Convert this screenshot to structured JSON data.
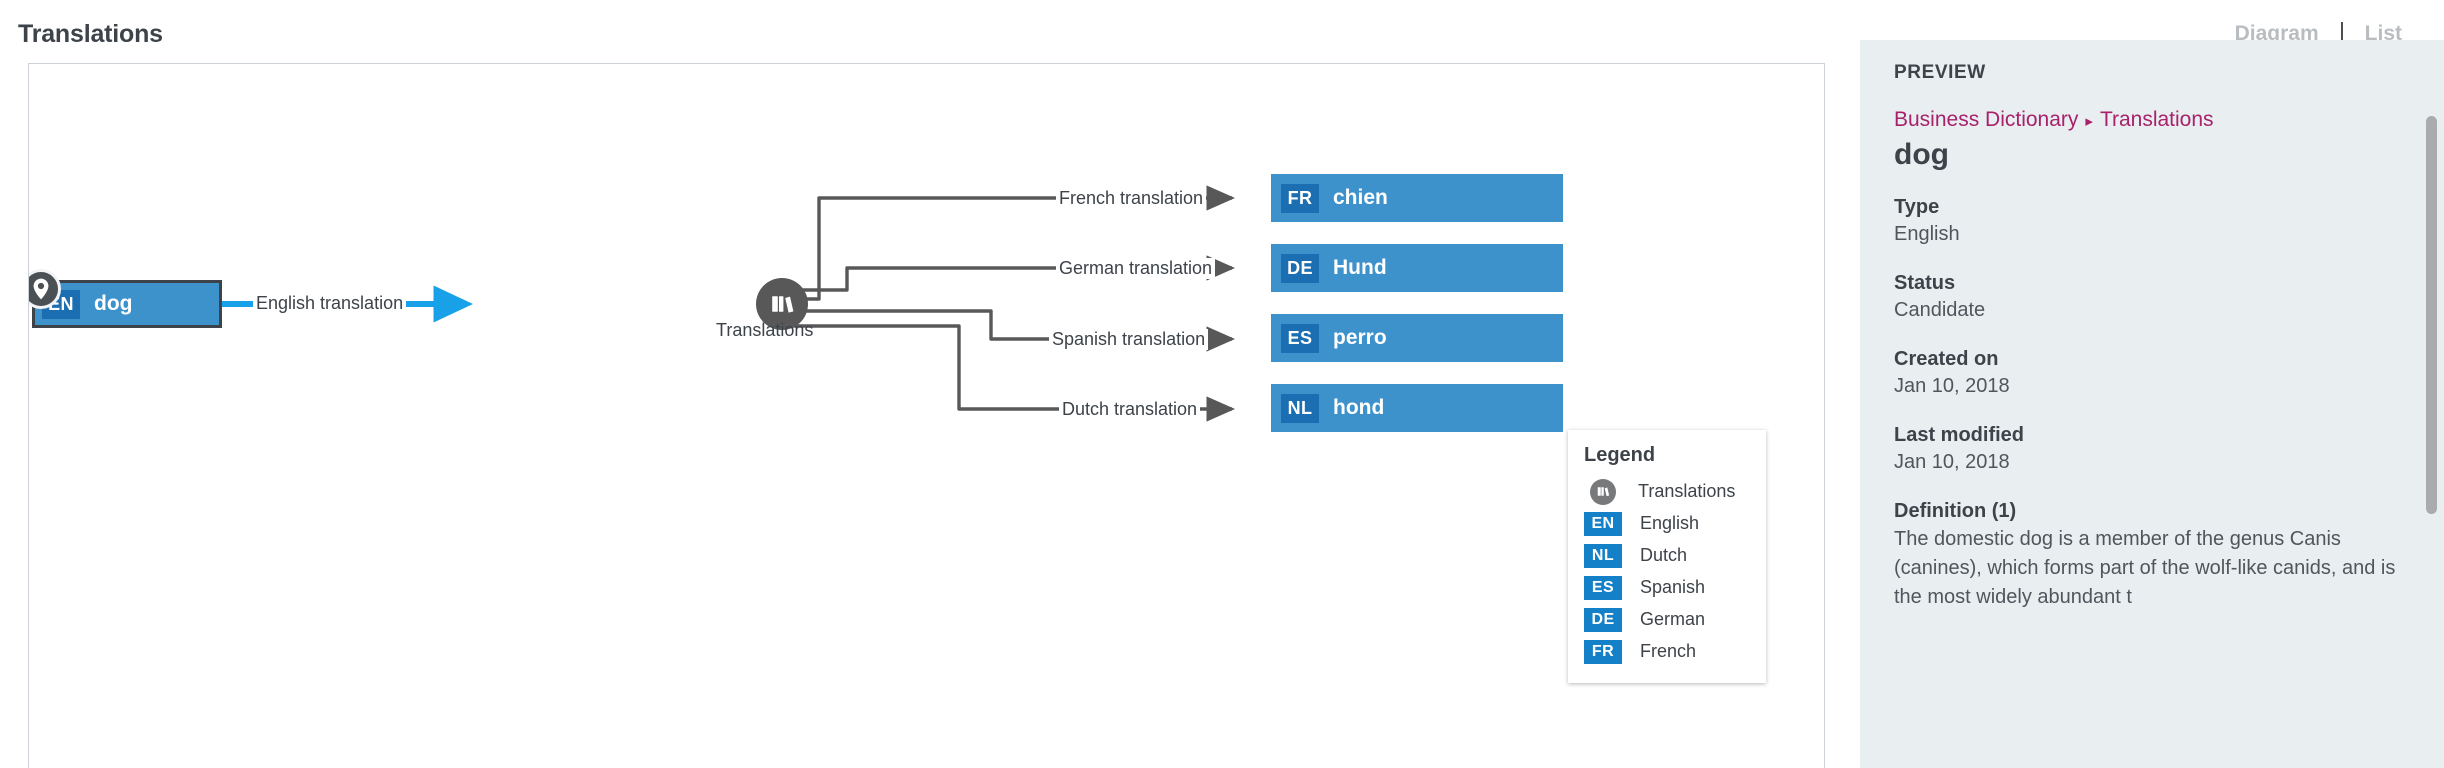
{
  "header": {
    "title": "Translations",
    "views": [
      {
        "label": "Diagram",
        "active": true
      },
      {
        "label": "List",
        "active": false
      }
    ]
  },
  "diagram": {
    "hub": {
      "caption": "Translations",
      "icon": "books-icon"
    },
    "source_node": {
      "code": "EN",
      "term": "dog",
      "selected": true,
      "pin_icon": "location-pin-icon"
    },
    "source_edge_label": "English translation",
    "edges": [
      {
        "label": "French translation",
        "code": "FR",
        "term": "chien"
      },
      {
        "label": "German translation",
        "code": "DE",
        "term": "Hund"
      },
      {
        "label": "Spanish translation",
        "code": "ES",
        "term": "perro"
      },
      {
        "label": "Dutch translation",
        "code": "NL",
        "term": "hond"
      }
    ],
    "legend": {
      "title": "Legend",
      "items": [
        {
          "kind": "hub",
          "badge": "",
          "icon": "books-icon",
          "label": "Translations"
        },
        {
          "kind": "badge",
          "badge": "EN",
          "label": "English"
        },
        {
          "kind": "badge",
          "badge": "NL",
          "label": "Dutch"
        },
        {
          "kind": "badge",
          "badge": "ES",
          "label": "Spanish"
        },
        {
          "kind": "badge",
          "badge": "DE",
          "label": "German"
        },
        {
          "kind": "badge",
          "badge": "FR",
          "label": "French"
        }
      ]
    }
  },
  "preview": {
    "heading": "PREVIEW",
    "breadcrumb": {
      "parent": "Business Dictionary",
      "separator": "▸",
      "current": "Translations"
    },
    "term": "dog",
    "fields": [
      {
        "label": "Type",
        "value": "English"
      },
      {
        "label": "Status",
        "value": "Candidate"
      },
      {
        "label": "Created on",
        "value": "Jan 10, 2018"
      },
      {
        "label": "Last modified",
        "value": "Jan 10, 2018"
      }
    ],
    "definition": {
      "label": "Definition (1)",
      "text": "The domestic dog is a member of the genus Canis (canines), which forms part of the wolf-like canids, and is the most widely abundant t"
    }
  },
  "colors": {
    "node_fill": "#3e92cc",
    "node_badge": "#1a6eb1",
    "legend_badge": "#1380c8",
    "hub_fill": "#585858",
    "edge_stroke": "#585858",
    "highlight_edge": "#18a0e8",
    "accent_link": "#a8216b",
    "panel_bg": "#e9eef1",
    "text_dark": "#3d4349"
  }
}
